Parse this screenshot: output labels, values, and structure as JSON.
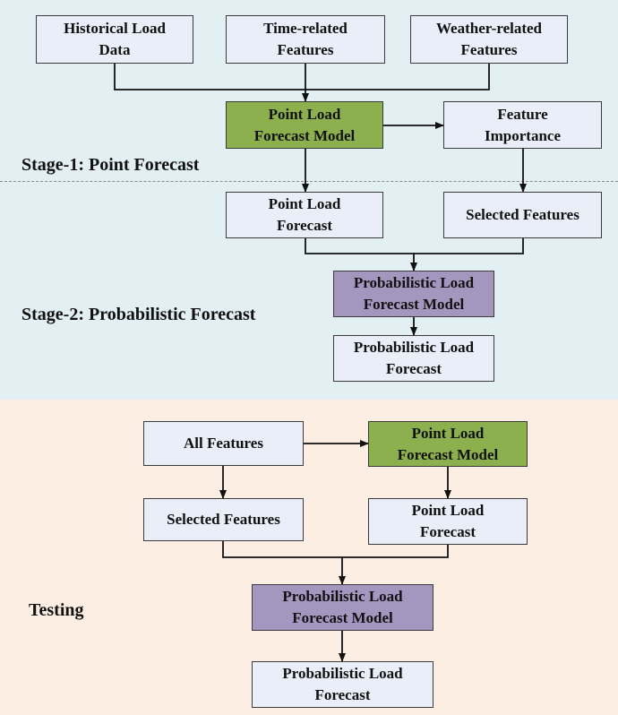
{
  "stages": {
    "stage1": "Stage-1: Point Forecast",
    "stage2": "Stage-2: Probabilistic Forecast",
    "testing": "Testing"
  },
  "training": {
    "historical_load_data": "Historical Load\nData",
    "time_related_features": "Time-related\nFeatures",
    "weather_related_features": "Weather-related\nFeatures",
    "point_load_forecast_model": "Point Load\nForecast Model",
    "feature_importance": "Feature\nImportance",
    "point_load_forecast": "Point Load\nForecast",
    "selected_features": "Selected Features",
    "probabilistic_load_forecast_model": "Probabilistic Load\nForecast Model",
    "probabilistic_load_forecast": "Probabilistic Load\nForecast"
  },
  "testing": {
    "all_features": "All Features",
    "point_load_forecast_model": "Point Load\nForecast Model",
    "selected_features": "Selected Features",
    "point_load_forecast": "Point Load\nForecast",
    "probabilistic_load_forecast_model": "Probabilistic Load\nForecast Model",
    "probabilistic_load_forecast": "Probabilistic Load\nForecast"
  },
  "colors": {
    "training_background": "#e2f0f3",
    "testing_background": "#fdeee4",
    "input_box": "#e9eef8",
    "point_model_box": "#8cb04e",
    "probabilistic_model_box": "#a596bf"
  }
}
